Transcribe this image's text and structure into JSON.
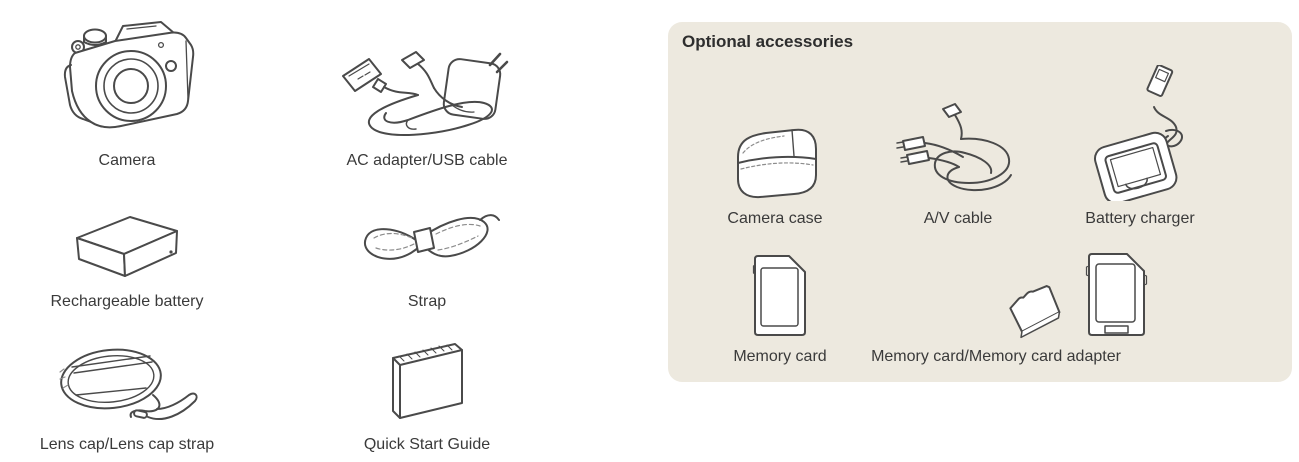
{
  "page": {
    "background_color": "#ffffff",
    "text_color": "#3a3a3a",
    "line_art_color": "#4a4a4a"
  },
  "included_accessories": {
    "items": [
      {
        "label": "Camera",
        "icon": "camera-illustration"
      },
      {
        "label": "AC adapter/USB cable",
        "icon": "ac-adapter-usb-cable-illustration"
      },
      {
        "label": "Rechargeable battery",
        "icon": "rechargeable-battery-illustration"
      },
      {
        "label": "Strap",
        "icon": "strap-illustration"
      },
      {
        "label": "Lens cap/Lens cap strap",
        "icon": "lens-cap-strap-illustration"
      },
      {
        "label": "Quick Start Guide",
        "icon": "quick-start-guide-illustration"
      }
    ]
  },
  "optional_accessories": {
    "title": "Optional accessories",
    "panel_color": "#EDE9DF",
    "items": [
      {
        "label": "Camera case",
        "icon": "camera-case-illustration"
      },
      {
        "label": "A/V cable",
        "icon": "av-cable-illustration"
      },
      {
        "label": "Battery charger",
        "icon": "battery-charger-illustration"
      },
      {
        "label": "Memory card",
        "icon": "memory-card-illustration"
      },
      {
        "label": "Memory card/Memory card adapter",
        "icon": "memory-card-and-adapter-illustration"
      }
    ]
  }
}
